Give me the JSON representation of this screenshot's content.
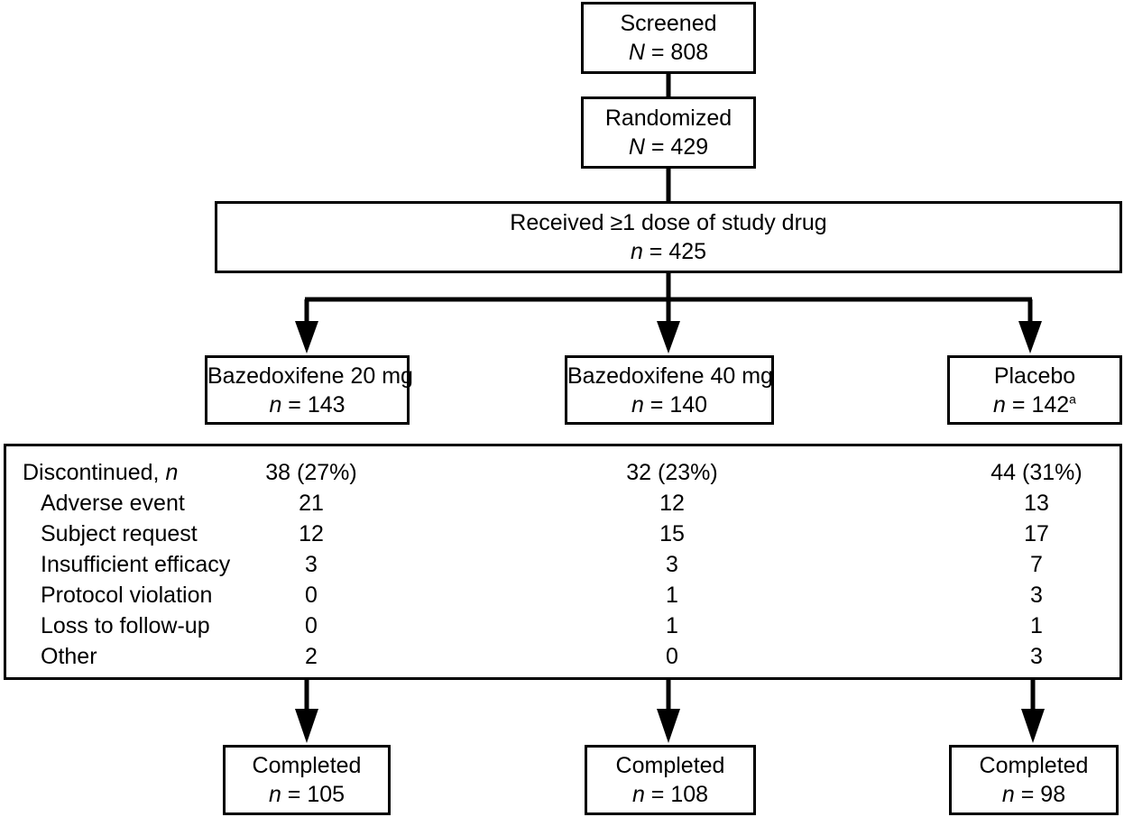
{
  "screened": {
    "label": "Screened",
    "n_label": "N",
    "n_value": "808"
  },
  "randomized": {
    "label": "Randomized",
    "n_label": "N",
    "n_value": "429"
  },
  "received": {
    "label": "Received ≥1 dose of study drug",
    "n_label": "n",
    "n_value": "425"
  },
  "arms": [
    {
      "label": "Bazedoxifene 20 mg",
      "n_label": "n",
      "n_value": "143",
      "footnote": ""
    },
    {
      "label": "Bazedoxifene 40 mg",
      "n_label": "n",
      "n_value": "140",
      "footnote": ""
    },
    {
      "label": "Placebo",
      "n_label": "n",
      "n_value": "142",
      "footnote": "a"
    }
  ],
  "discontinued": {
    "label": "Discontinued,",
    "n_label": "n",
    "values": [
      "38 (27%)",
      "32 (23%)",
      "44 (31%)"
    ],
    "reasons": [
      {
        "label": "Adverse event",
        "values": [
          "21",
          "12",
          "13"
        ]
      },
      {
        "label": "Subject request",
        "values": [
          "12",
          "15",
          "17"
        ]
      },
      {
        "label": "Insufficient efficacy",
        "values": [
          "3",
          "3",
          "7"
        ]
      },
      {
        "label": "Protocol violation",
        "values": [
          "0",
          "1",
          "3"
        ]
      },
      {
        "label": "Loss to follow-up",
        "values": [
          "0",
          "1",
          "1"
        ]
      },
      {
        "label": "Other",
        "values": [
          "2",
          "0",
          "3"
        ]
      }
    ]
  },
  "completed": [
    {
      "label": "Completed",
      "n_label": "n",
      "n_value": "105"
    },
    {
      "label": "Completed",
      "n_label": "n",
      "n_value": "108"
    },
    {
      "label": "Completed",
      "n_label": "n",
      "n_value": "98"
    }
  ]
}
